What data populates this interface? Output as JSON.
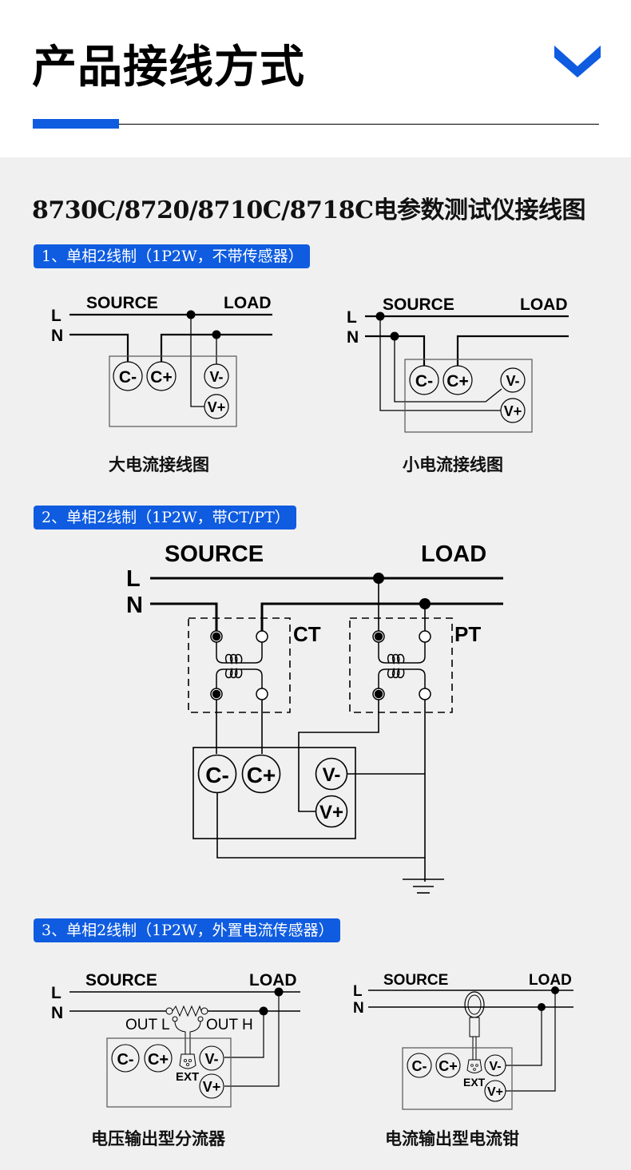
{
  "header": {
    "title": "产品接线方式",
    "accent_color": "#0f5ce0",
    "chevron_icon": "chevron-down-icon"
  },
  "subtitle": "8730C/8720/8710C/8718C电参数测试仪接线图",
  "terminals": {
    "c_minus": "C-",
    "c_plus": "C+",
    "v_minus": "V-",
    "v_plus": "V+",
    "ext": "EXT"
  },
  "lines": {
    "source": "SOURCE",
    "load": "LOAD",
    "l": "L",
    "n": "N"
  },
  "sections": [
    {
      "label": "1、单相2线制（1P2W，不带传感器）",
      "diagrams": [
        {
          "caption": "大电流接线图"
        },
        {
          "caption": "小电流接线图"
        }
      ]
    },
    {
      "label": "2、单相2线制（1P2W，带CT/PT）",
      "ct_label": "CT",
      "pt_label": "PT"
    },
    {
      "label": "3、单相2线制（1P2W，外置电流传感器）",
      "out_l": "OUT L",
      "out_h": "OUT H",
      "diagrams": [
        {
          "caption": "电压输出型分流器"
        },
        {
          "caption": "电流输出型电流钳"
        }
      ]
    }
  ]
}
